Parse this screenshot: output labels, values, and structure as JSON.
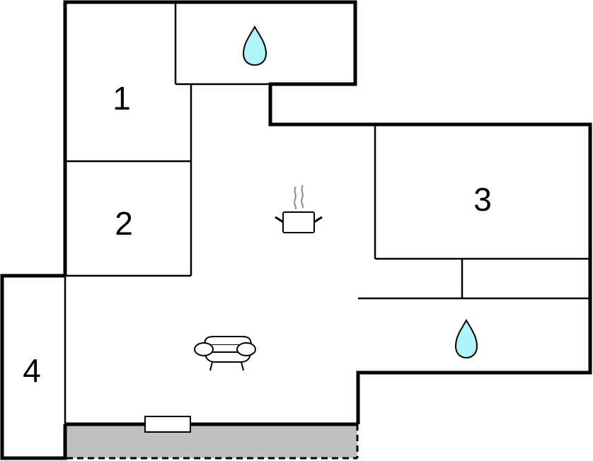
{
  "diagram": {
    "type": "floor-plan",
    "colors": {
      "wall": "#000000",
      "floor": "#ffffff",
      "terrace": "#c0c0c0",
      "water": "#aef4f8"
    },
    "rooms": [
      {
        "id": "room-1",
        "label": "1",
        "type": "bedroom"
      },
      {
        "id": "room-2",
        "label": "2",
        "type": "bedroom"
      },
      {
        "id": "room-3",
        "label": "3",
        "type": "bedroom"
      },
      {
        "id": "room-4",
        "label": "4",
        "type": "bedroom"
      },
      {
        "id": "bathroom-top",
        "label": "",
        "icon": "water-drop",
        "type": "bathroom"
      },
      {
        "id": "bathroom-right",
        "label": "",
        "icon": "water-drop",
        "type": "bathroom"
      },
      {
        "id": "kitchen",
        "label": "",
        "icon": "cooking-pot",
        "type": "kitchen"
      },
      {
        "id": "living-room",
        "label": "",
        "icon": "armchair",
        "type": "living room"
      },
      {
        "id": "terrace",
        "label": "",
        "type": "terrace"
      }
    ]
  }
}
